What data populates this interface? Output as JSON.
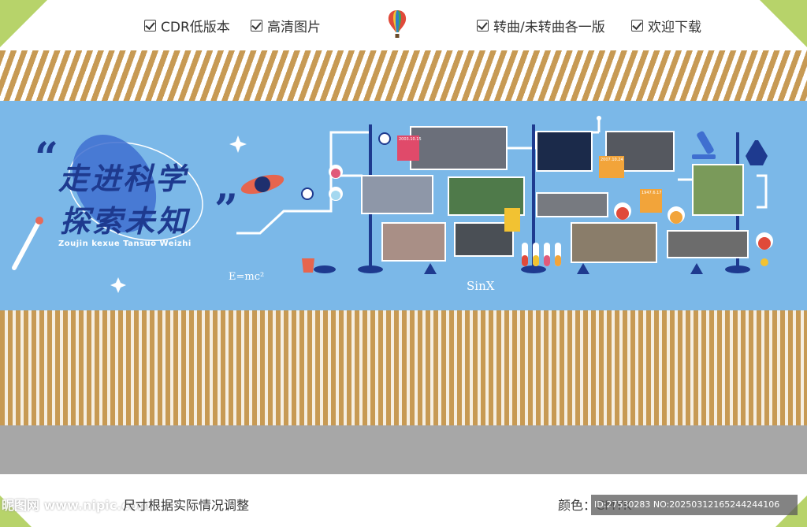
{
  "header": {
    "checks": [
      {
        "label": "CDR低版本"
      },
      {
        "label": "高清图片"
      },
      {
        "label": "转曲/未转曲各一版"
      },
      {
        "label": "欢迎下载"
      }
    ]
  },
  "design": {
    "title_line1": "走进科学",
    "title_line2": "探索未知",
    "quote_open": "“",
    "quote_close": "”",
    "pinyin": "Zoujin kexue Tansuo Weizhi",
    "formula_emc": "E=mc²",
    "formula_sinx": "SinX",
    "dates": [
      "2003.10.15",
      "2007.10.24",
      "1947.6.17"
    ]
  },
  "footer": {
    "size_note": "尺寸根据实际情况调整",
    "color_label": "颜色：CMYK",
    "watermark_site": "昵图网 www.nipic.com",
    "watermark_id": "ID:27530283 NO:20250312165244244106"
  },
  "colors": {
    "accent_green": "#b7d36a",
    "stripe_gold": "#c79a54",
    "panel_blue": "#7bb8e8",
    "title_navy": "#1e3a8f"
  }
}
